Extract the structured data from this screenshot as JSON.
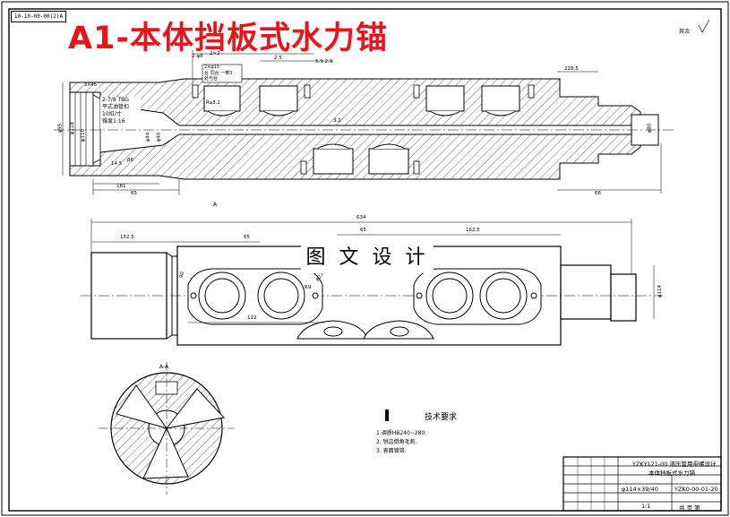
{
  "title": "A1-本体挡板式水力锚",
  "drawing_code": "10-10-00-00(2)A",
  "corner_note": "其余",
  "watermark": "图 文 设 计",
  "section_top": {
    "label_view": "A",
    "dims": [
      "2X45",
      "φ95",
      "φ118",
      "φ110",
      "φ44",
      "φ40",
      "φ80",
      "14.5",
      "β6",
      "181",
      "65",
      "66",
      "228.5",
      "Ra3.2",
      "2×2",
      "3.2",
      "2-φ8",
      "5.9 2.9",
      "2.5"
    ],
    "note_lines": [
      "2×φ15 ",
      "台 同台 一带3",
      "处与台"
    ],
    "thread_lines": [
      "2-7/8 TBG",
      "平式油管扣",
      "10扣/寸",
      "锥度1:16"
    ]
  },
  "front_view": {
    "dims": [
      "634",
      "152.5",
      "65",
      "65",
      "162.5",
      "122",
      "90",
      "φ114",
      "R22",
      "R9"
    ]
  },
  "section_aa": {
    "label": "A-A"
  },
  "tech_req": {
    "title": "技术要求",
    "items": [
      "1.调质HB240~280.",
      "2.    锐边倒角毛刺.",
      "3.    表面镀铬."
    ]
  },
  "title_block": {
    "company": "YZKY121-00 液压管用带螺设计",
    "part_name": "本体挡板式水力锚",
    "spec": "φ114×39/40",
    "drawing_no": "YZK0-00-01-20",
    "sheet": "共  页  第",
    "scale": "1:1"
  }
}
